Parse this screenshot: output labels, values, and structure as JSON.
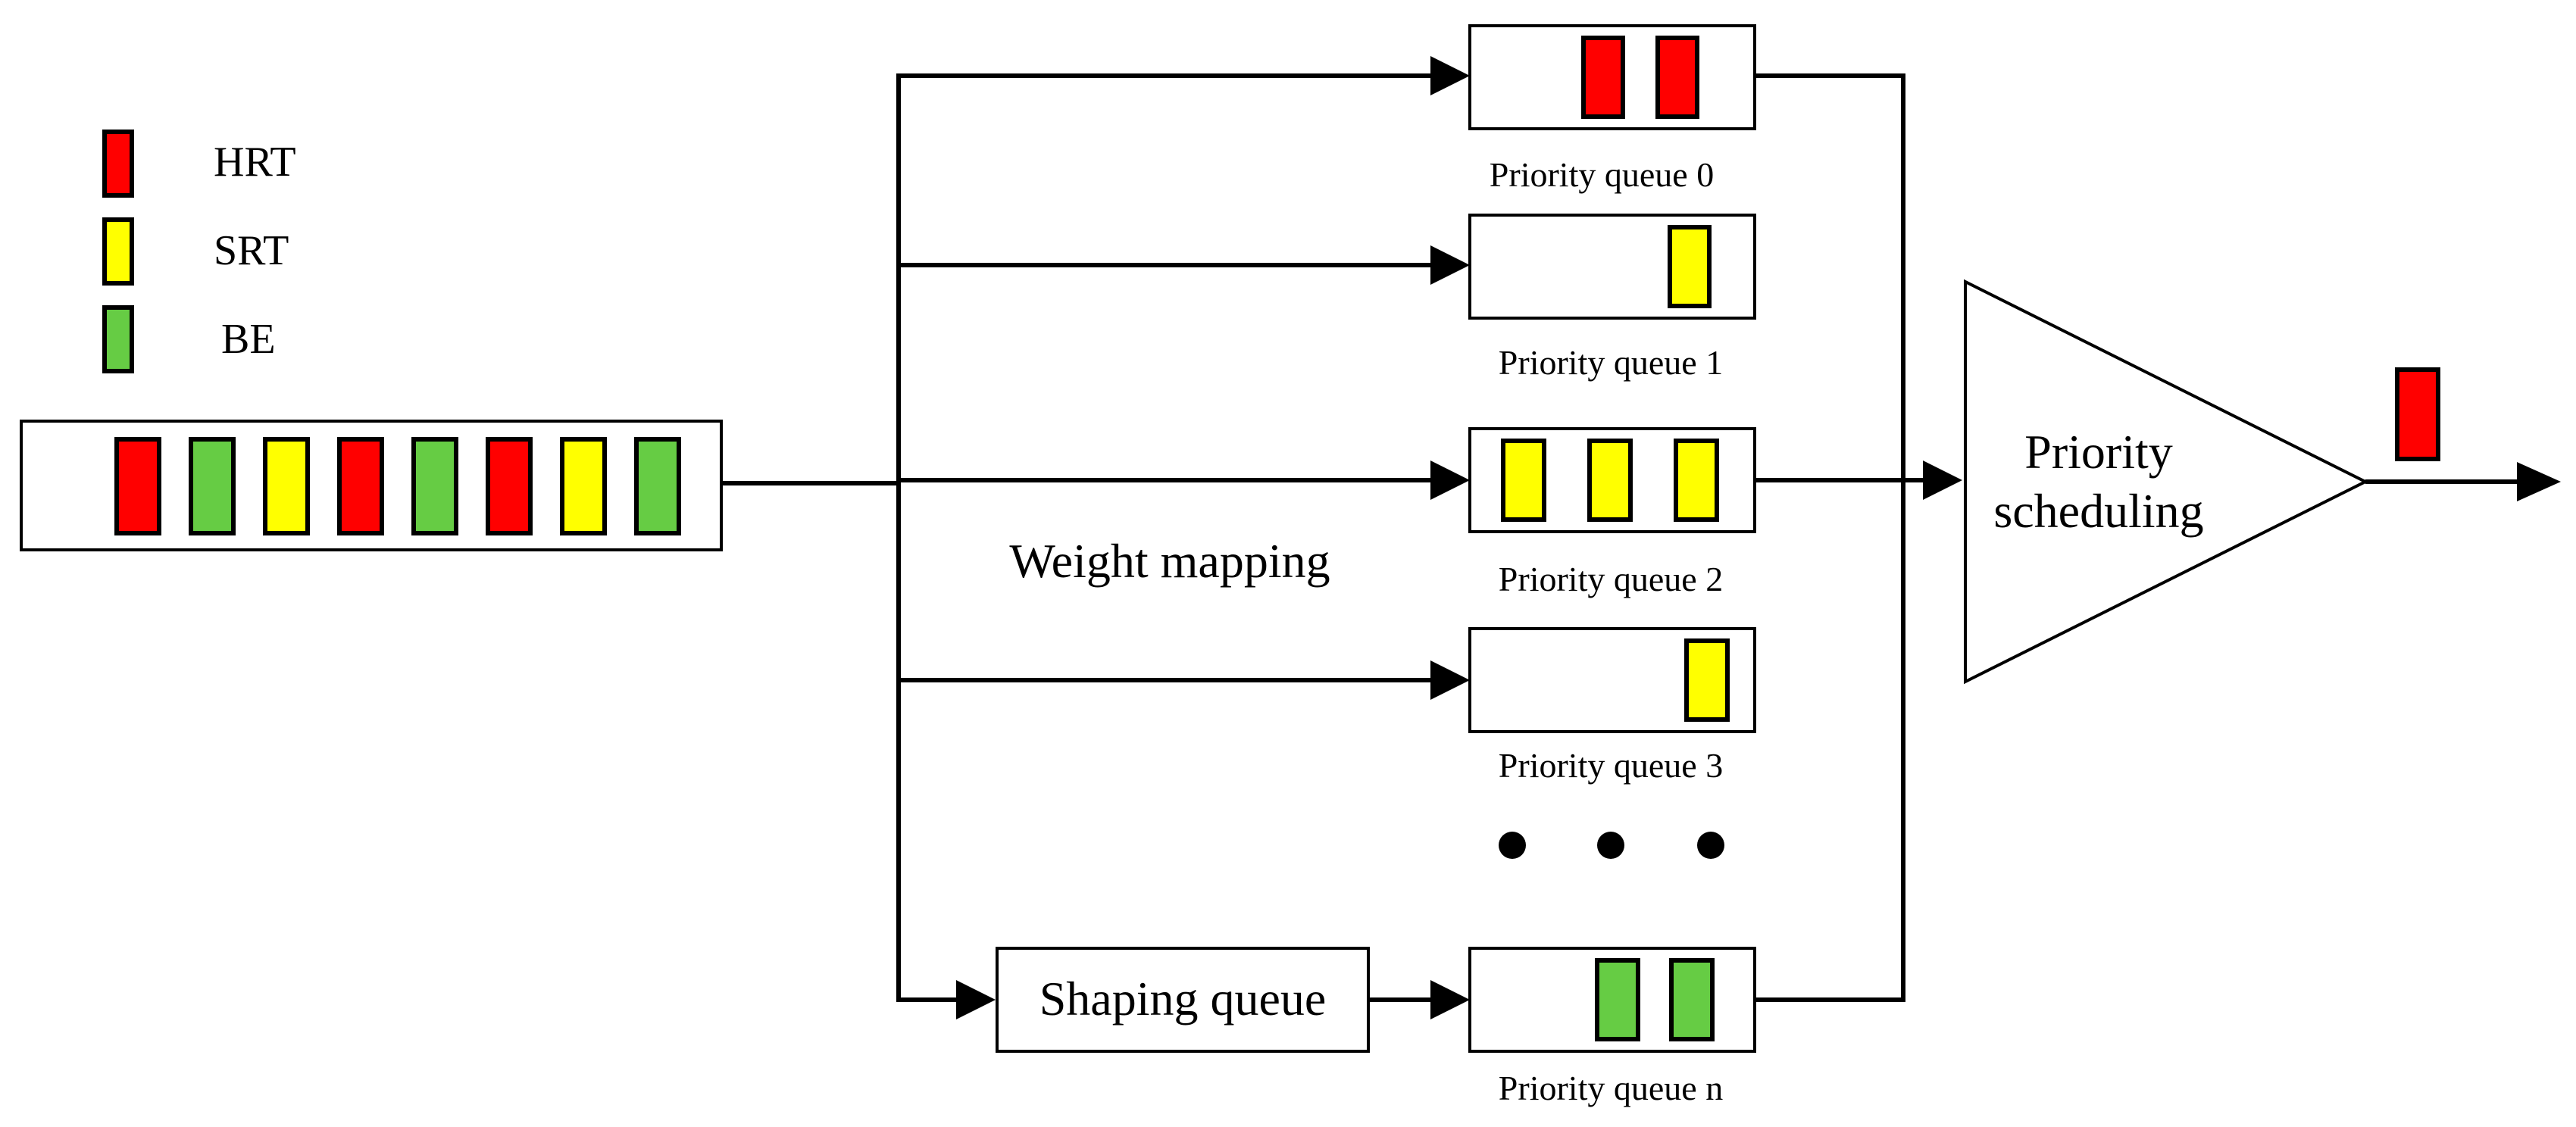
{
  "colors": {
    "HRT": "#ff0000",
    "SRT": "#ffff00",
    "BE": "#66cc44",
    "line": "#000000"
  },
  "legend": [
    {
      "type": "HRT",
      "label": "HRT"
    },
    {
      "type": "SRT",
      "label": "SRT"
    },
    {
      "type": "BE",
      "label": "BE"
    }
  ],
  "input_queue": {
    "packets": [
      "HRT",
      "BE",
      "SRT",
      "HRT",
      "BE",
      "HRT",
      "SRT",
      "BE"
    ]
  },
  "weight_mapping_label": "Weight mapping",
  "shaping_queue_label": "Shaping queue",
  "scheduler_label_lines": [
    "Priority",
    "scheduling"
  ],
  "output_packet": "HRT",
  "priority_queues": [
    {
      "label": "Priority queue 0",
      "packets": [
        "HRT",
        "HRT"
      ]
    },
    {
      "label": "Priority queue 1",
      "packets": [
        "SRT"
      ]
    },
    {
      "label": "Priority queue 2",
      "packets": [
        "SRT",
        "SRT",
        "SRT"
      ]
    },
    {
      "label": "Priority queue 3",
      "packets": [
        "SRT"
      ]
    },
    {
      "label": "Priority queue n",
      "packets": [
        "BE",
        "BE"
      ]
    }
  ]
}
